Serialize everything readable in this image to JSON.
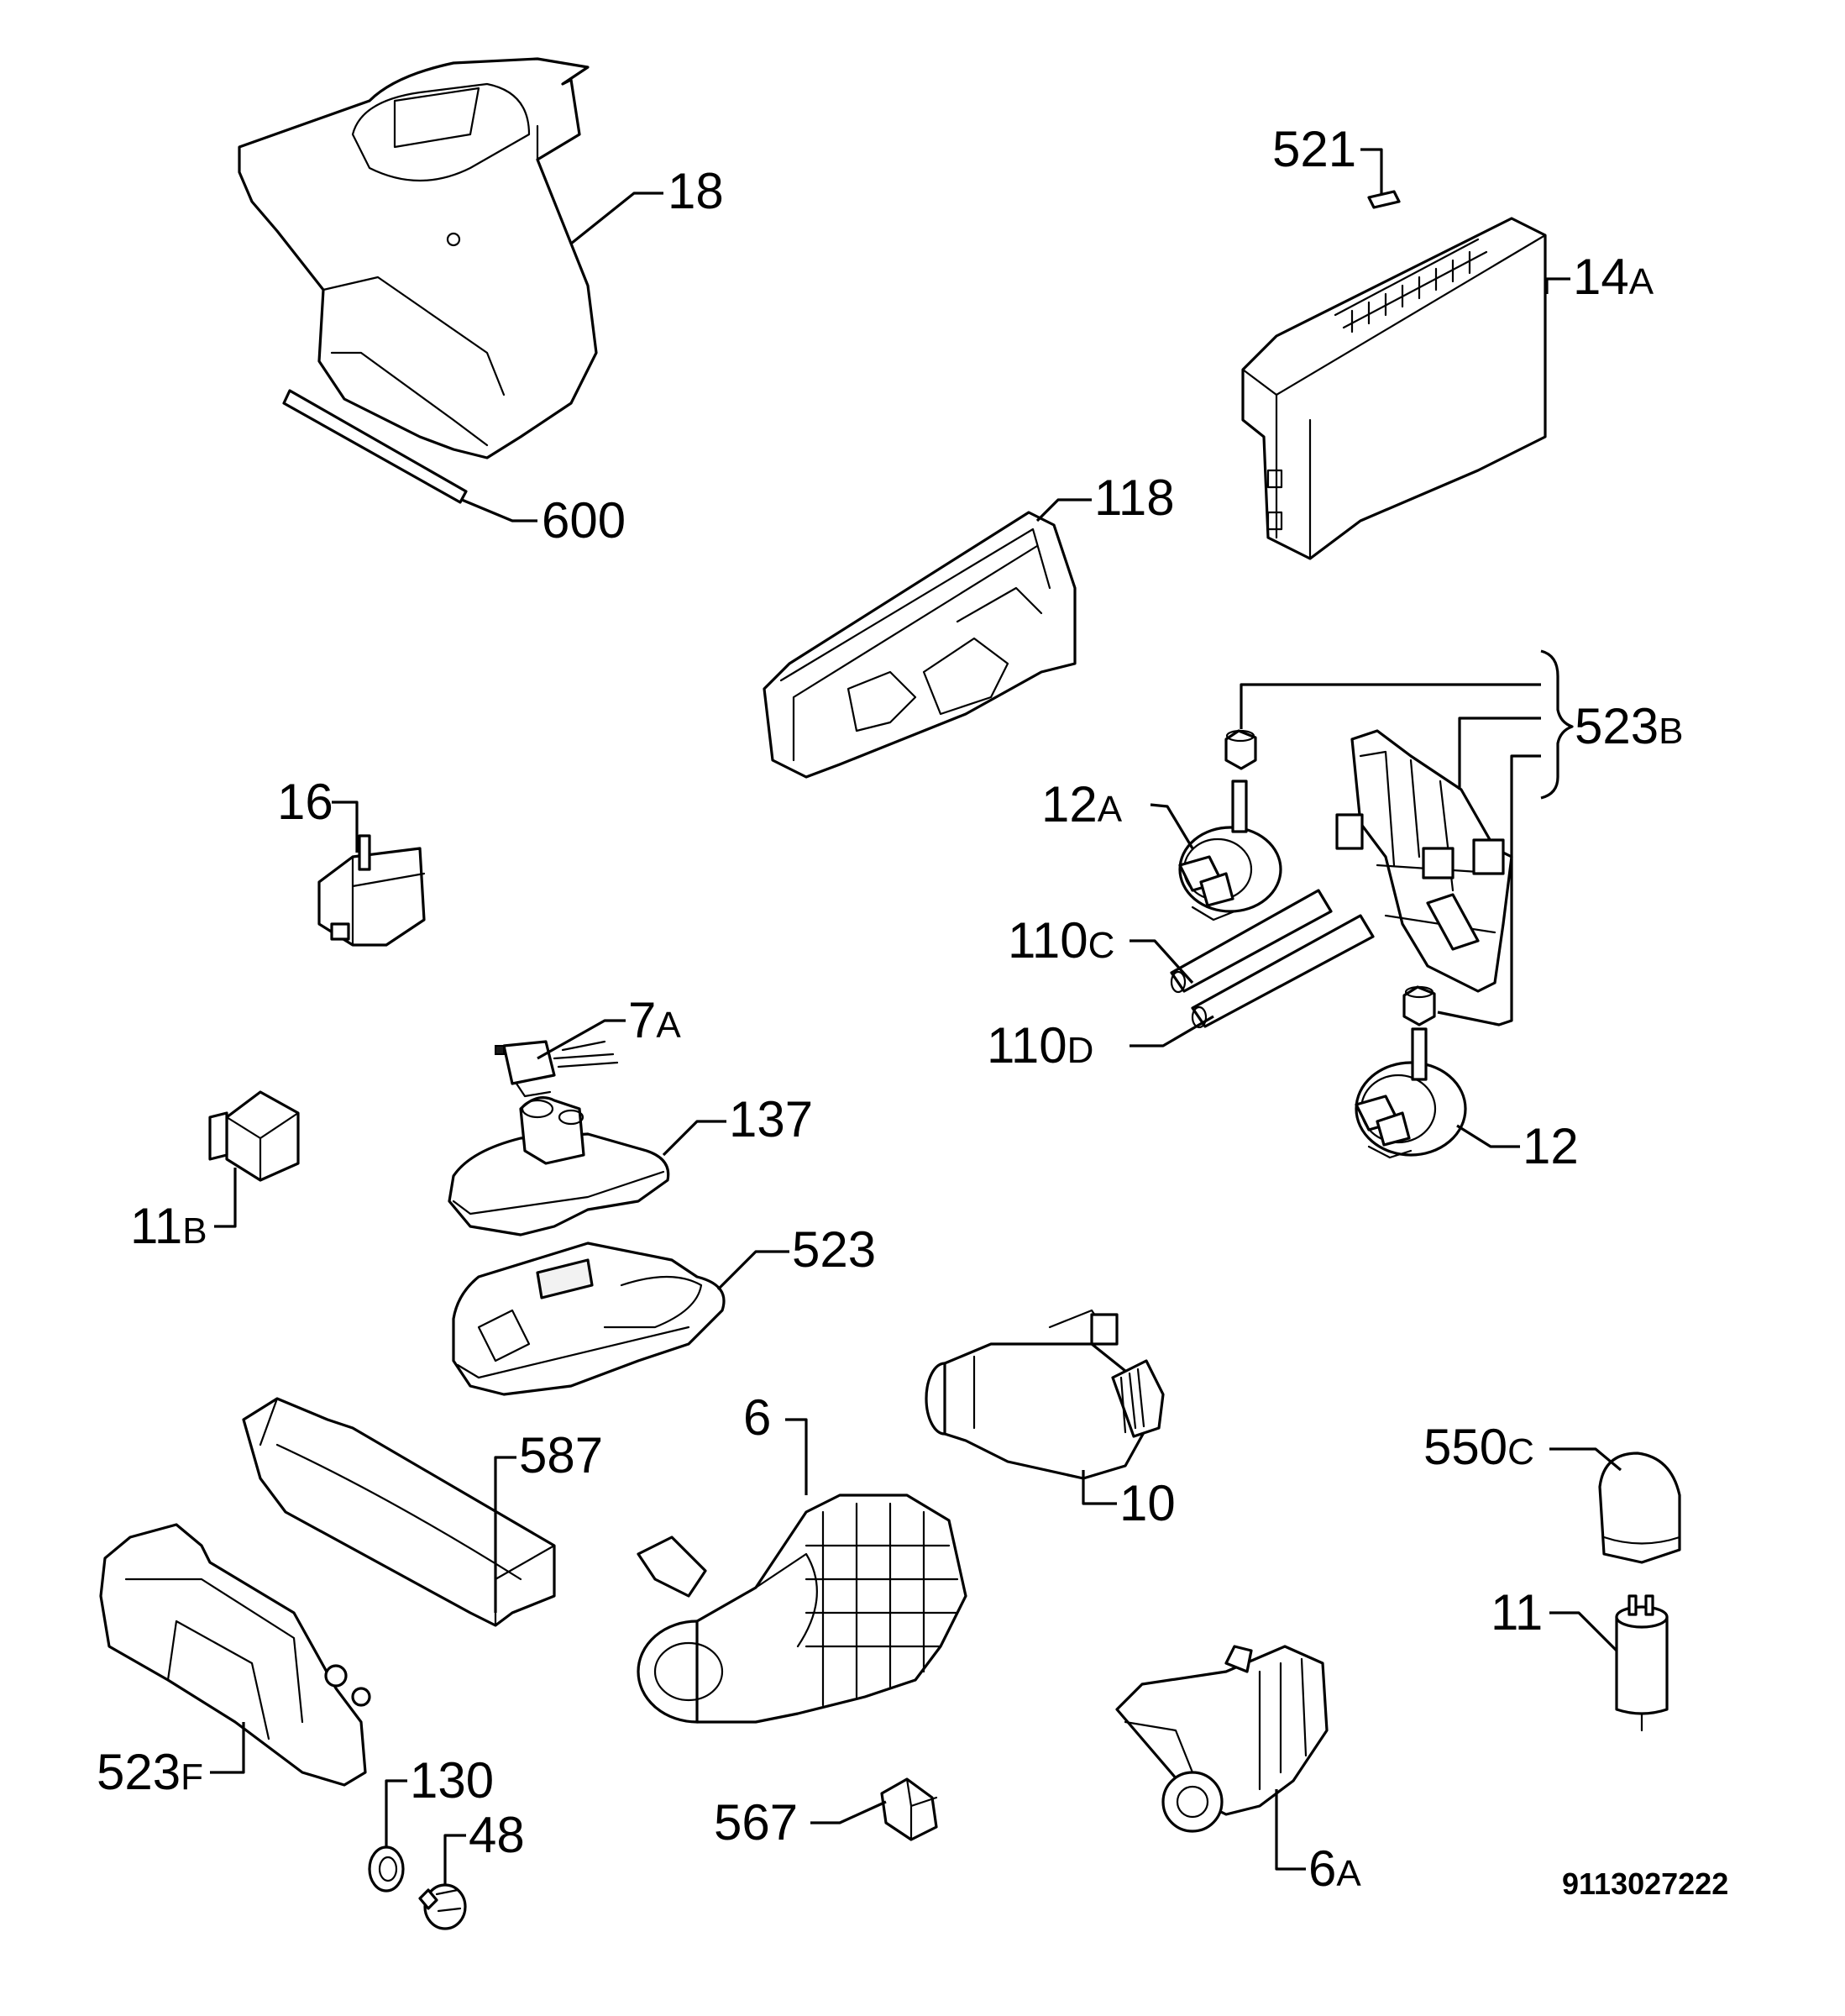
{
  "document_number": "9113027222",
  "parts": [
    {
      "id": "p18",
      "num": "18",
      "suffix": ""
    },
    {
      "id": "p600",
      "num": "600",
      "suffix": ""
    },
    {
      "id": "p521",
      "num": "521",
      "suffix": ""
    },
    {
      "id": "p14a",
      "num": "14",
      "suffix": "A"
    },
    {
      "id": "p118",
      "num": "118",
      "suffix": ""
    },
    {
      "id": "p523b",
      "num": "523",
      "suffix": "B"
    },
    {
      "id": "p12a",
      "num": "12",
      "suffix": "A"
    },
    {
      "id": "p16",
      "num": "16",
      "suffix": ""
    },
    {
      "id": "p110c",
      "num": "110",
      "suffix": "C"
    },
    {
      "id": "p110d",
      "num": "110",
      "suffix": "D"
    },
    {
      "id": "p7a",
      "num": "7",
      "suffix": "A"
    },
    {
      "id": "p12",
      "num": "12",
      "suffix": ""
    },
    {
      "id": "p137",
      "num": "137",
      "suffix": ""
    },
    {
      "id": "p11b",
      "num": "11",
      "suffix": "B"
    },
    {
      "id": "p523",
      "num": "523",
      "suffix": ""
    },
    {
      "id": "p6",
      "num": "6",
      "suffix": ""
    },
    {
      "id": "p587",
      "num": "587",
      "suffix": ""
    },
    {
      "id": "p10",
      "num": "10",
      "suffix": ""
    },
    {
      "id": "p550c",
      "num": "550",
      "suffix": "C"
    },
    {
      "id": "p11",
      "num": "11",
      "suffix": ""
    },
    {
      "id": "p523f",
      "num": "523",
      "suffix": "F"
    },
    {
      "id": "p130",
      "num": "130",
      "suffix": ""
    },
    {
      "id": "p48",
      "num": "48",
      "suffix": ""
    },
    {
      "id": "p567",
      "num": "567",
      "suffix": ""
    },
    {
      "id": "p6a",
      "num": "6",
      "suffix": "A"
    }
  ]
}
